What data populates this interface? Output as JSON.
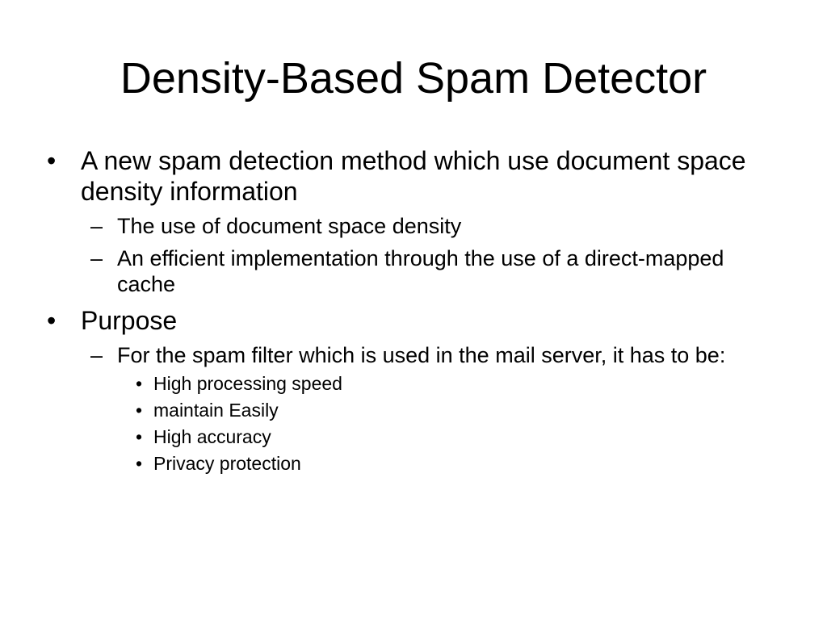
{
  "slide": {
    "title": "Density-Based Spam Detector",
    "bullet_glyph": "•",
    "dash_glyph": "–",
    "items": [
      {
        "text": "A new spam detection method which use document space density information",
        "children": [
          {
            "text": "The use of document space density"
          },
          {
            "text": "An efficient implementation through the use of a direct-mapped cache"
          }
        ]
      },
      {
        "text": "Purpose",
        "children": [
          {
            "text": "For the spam filter which is used in the mail server, it has to be:",
            "children": [
              {
                "text": "High processing speed"
              },
              {
                "text": "maintain Easily"
              },
              {
                "text": "High accuracy"
              },
              {
                "text": "Privacy protection"
              }
            ]
          }
        ]
      }
    ]
  }
}
